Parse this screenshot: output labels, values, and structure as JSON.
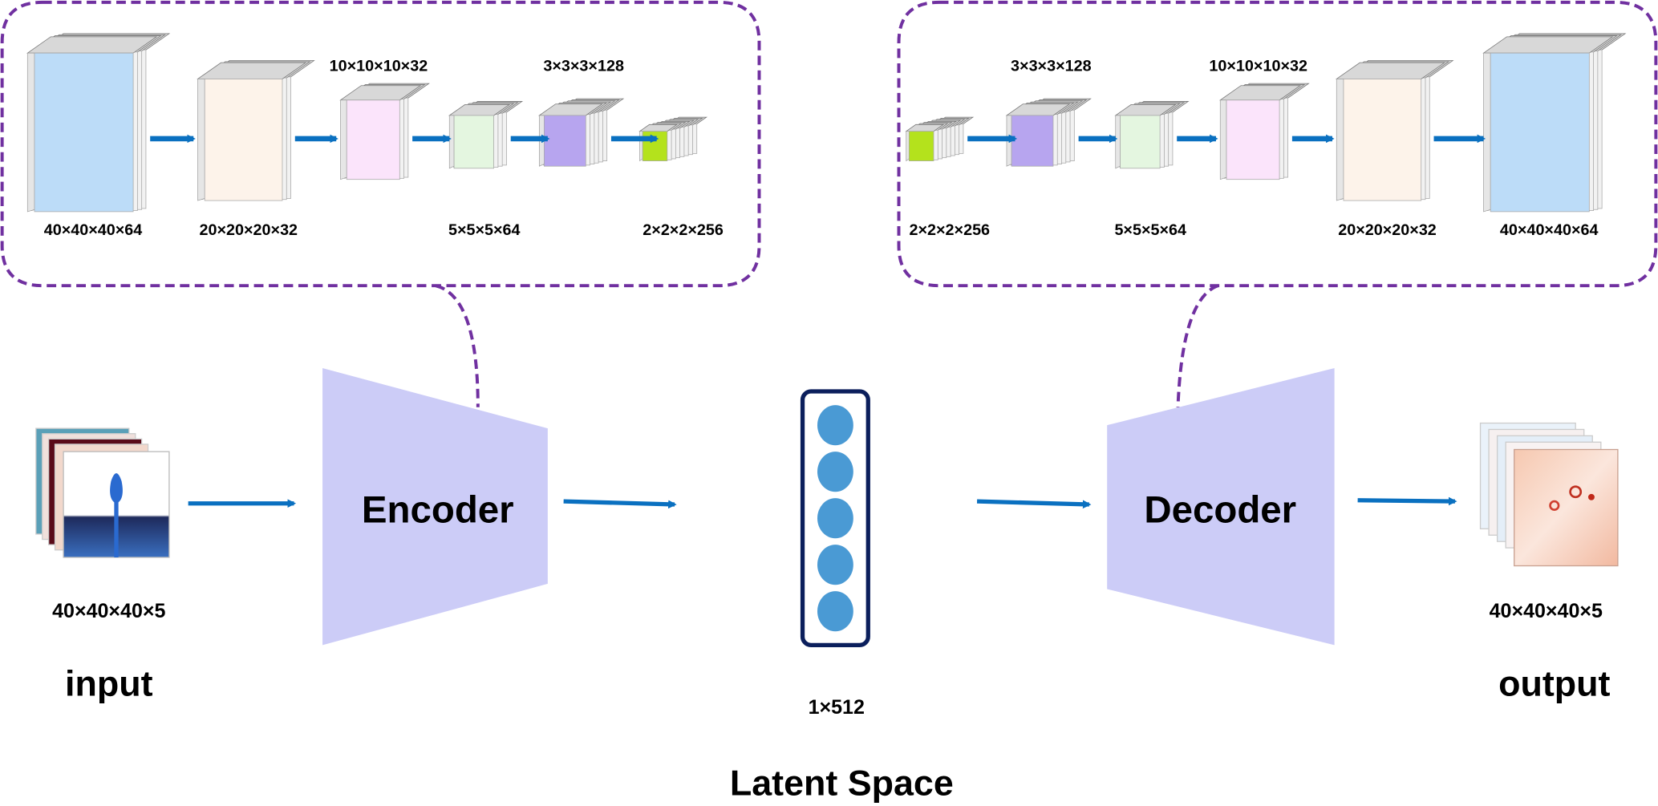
{
  "colors": {
    "dashed_border": "#7030a0",
    "arrow": "#0a70c0",
    "trapezoid": "#ccccf7",
    "latent_border": "#0b1f5c",
    "latent_node": "#4a9ad4"
  },
  "encoder_detail": {
    "layers": [
      {
        "label": "40×40×40×64",
        "label_pos": "below",
        "color": "#bcdcf8"
      },
      {
        "label": "20×20×20×32",
        "label_pos": "below",
        "color": "#fdf3ea"
      },
      {
        "label": "10×10×10×32",
        "label_pos": "above",
        "color": "#fbe4fb"
      },
      {
        "label": "5×5×5×64",
        "label_pos": "below",
        "color": "#e4f6e0"
      },
      {
        "label": "3×3×3×128",
        "label_pos": "above",
        "color": "#b7a5ef"
      },
      {
        "label": "2×2×2×256",
        "label_pos": "below",
        "color": "#b4e21c"
      }
    ]
  },
  "decoder_detail": {
    "layers": [
      {
        "label": "2×2×2×256",
        "label_pos": "below",
        "color": "#b4e21c"
      },
      {
        "label": "3×3×3×128",
        "label_pos": "above",
        "color": "#b7a5ef"
      },
      {
        "label": "5×5×5×64",
        "label_pos": "below",
        "color": "#e4f6e0"
      },
      {
        "label": "10×10×10×32",
        "label_pos": "above",
        "color": "#fbe4fb"
      },
      {
        "label": "20×20×20×32",
        "label_pos": "below",
        "color": "#fdf3ea"
      },
      {
        "label": "40×40×40×64",
        "label_pos": "below",
        "color": "#bcdcf8"
      }
    ]
  },
  "input": {
    "dims": "40×40×40×5",
    "title": "input"
  },
  "encoder": {
    "title": "Encoder"
  },
  "latent": {
    "dims": "1×512",
    "title": "Latent Space",
    "node_count": 5
  },
  "decoder": {
    "title": "Decoder"
  },
  "output": {
    "dims": "40×40×40×5",
    "title": "output"
  }
}
